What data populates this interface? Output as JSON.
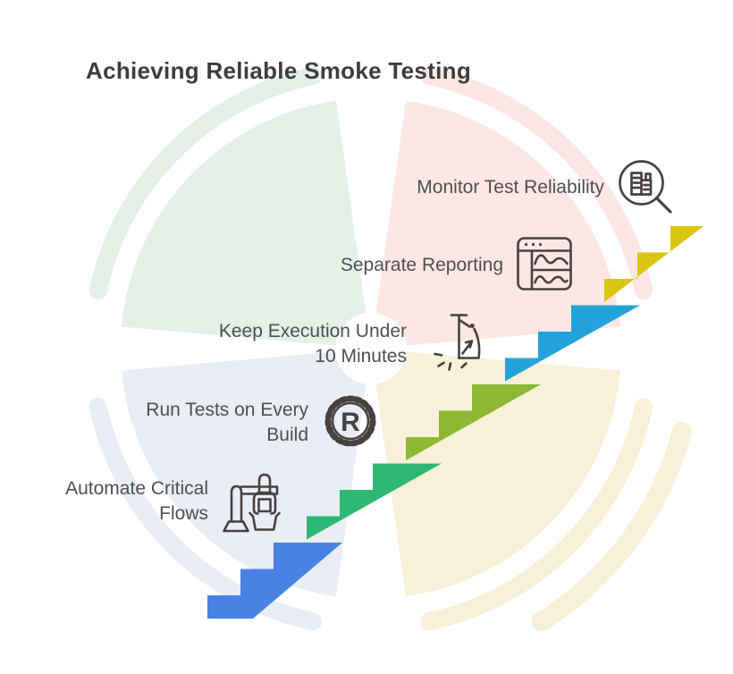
{
  "title": "Achieving Reliable Smoke Testing",
  "steps": [
    {
      "label": "Automate Critical Flows",
      "lines": [
        "Automate Critical",
        "Flows"
      ],
      "icon": "robot-arm-icon",
      "color": "#4a82e4"
    },
    {
      "label": "Run Tests on Every Build",
      "lines": [
        "Run Tests on Every",
        "Build"
      ],
      "icon": "gear-build-icon",
      "color": "#2eb873"
    },
    {
      "label": "Keep Execution Under 10 Minutes",
      "lines": [
        "Keep Execution Under",
        "10 Minutes"
      ],
      "icon": "timer-icon",
      "color": "#8cb832"
    },
    {
      "label": "Separate Reporting",
      "lines": [
        "Separate Reporting"
      ],
      "icon": "report-window-icon",
      "color": "#23a3d9"
    },
    {
      "label": "Monitor Test Reliability",
      "lines": [
        "Monitor Test Reliability"
      ],
      "icon": "magnifier-chart-icon",
      "color": "#d9c60e"
    }
  ],
  "gear_letter": "R",
  "icon_stroke": "#474140",
  "background": {
    "green": "#e4f0e8",
    "pink": "#fce7e5",
    "cream": "#f9f0d9",
    "gray": "#e9edf4"
  }
}
